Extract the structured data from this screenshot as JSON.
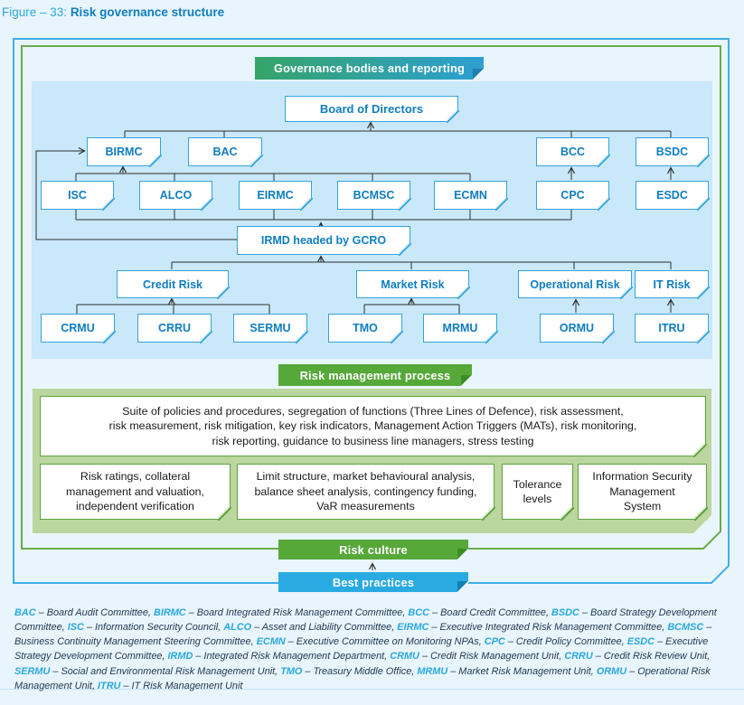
{
  "figure": {
    "label": "Figure – 33:",
    "title": "Risk governance structure"
  },
  "banners": {
    "governance": "Governance bodies and reporting",
    "process": "Risk management process",
    "risk_culture": "Risk culture",
    "best_practices": "Best practices"
  },
  "nodes": {
    "board": "Board of Directors",
    "birmc": "BIRMC",
    "bac": "BAC",
    "bcc": "BCC",
    "bsdc": "BSDC",
    "isc": "ISC",
    "alco": "ALCO",
    "eirmc": "EIRMC",
    "bcmsc": "BCMSC",
    "ecmn": "ECMN",
    "cpc": "CPC",
    "esdc": "ESDC",
    "irmd": "IRMD headed by GCRO",
    "credit_risk": "Credit Risk",
    "market_risk": "Market Risk",
    "operational_risk": "Operational Risk",
    "it_risk": "IT Risk",
    "crmu": "CRMU",
    "crru": "CRRU",
    "sermu": "SERMU",
    "tmo": "TMO",
    "mrmu": "MRMU",
    "ormu": "ORMU",
    "itru": "ITRU"
  },
  "process": {
    "suite": "Suite of policies and procedures, segregation of functions (Three Lines of Defence), risk assessment,\nrisk measurement, risk mitigation, key risk indicators, Management Action Triggers (MATs), risk monitoring,\nrisk reporting, guidance to business line managers, stress testing",
    "credit_tools": "Risk ratings, collateral\nmanagement and valuation,\nindependent verification",
    "market_tools": "Limit structure, market behavioural analysis,\nbalance sheet analysis, contingency funding,\nVaR measurements",
    "tolerance": "Tolerance\nlevels",
    "isms": "Information Security\nManagement\nSystem"
  },
  "legend": [
    {
      "abbr": "BAC",
      "desc": "Board Audit Committee"
    },
    {
      "abbr": "BIRMC",
      "desc": "Board Integrated Risk Management Committee"
    },
    {
      "abbr": "BCC",
      "desc": "Board Credit Committee"
    },
    {
      "abbr": "BSDC",
      "desc": "Board Strategy Development Committee"
    },
    {
      "abbr": "ISC",
      "desc": "Information Security Council"
    },
    {
      "abbr": "ALCO",
      "desc": "Asset and Liability Committee"
    },
    {
      "abbr": "EIRMC",
      "desc": "Executive Integrated Risk Management Committee"
    },
    {
      "abbr": "BCMSC",
      "desc": "Business Continuity Management Steering Committee"
    },
    {
      "abbr": "ECMN",
      "desc": "Executive Committee on Monitoring NPAs"
    },
    {
      "abbr": "CPC",
      "desc": "Credit Policy Committee"
    },
    {
      "abbr": "ESDC",
      "desc": "Executive Strategy Development Committee"
    },
    {
      "abbr": "IRMD",
      "desc": "Integrated Risk Management Department"
    },
    {
      "abbr": "CRMU",
      "desc": "Credit Risk Management Unit"
    },
    {
      "abbr": "CRRU",
      "desc": "Credit Risk Review Unit"
    },
    {
      "abbr": "SERMU",
      "desc": "Social and Environmental Risk Management Unit"
    },
    {
      "abbr": "TMO",
      "desc": "Treasury Middle Office"
    },
    {
      "abbr": "MRMU",
      "desc": "Market Risk Management Unit"
    },
    {
      "abbr": "ORMU",
      "desc": "Operational Risk Management Unit"
    },
    {
      "abbr": "ITRU",
      "desc": "IT Risk Management Unit"
    }
  ],
  "colors": {
    "page_bg": "#e9f5fc",
    "panel_blue": "#c9e8f9",
    "node_border_blue": "#35a3dd",
    "node_text_blue": "#0f7dc0",
    "green": "#56a839",
    "process_bg_green": "#bcd6a0",
    "frame_blue": "#41aee6",
    "frame_green": "#69aa4e",
    "ribbon_gradient_left": "#35a469",
    "ribbon_gradient_right": "#2d9fd3",
    "best_practices_blue": "#29abe2",
    "legend_accent": "#29a8e0"
  }
}
